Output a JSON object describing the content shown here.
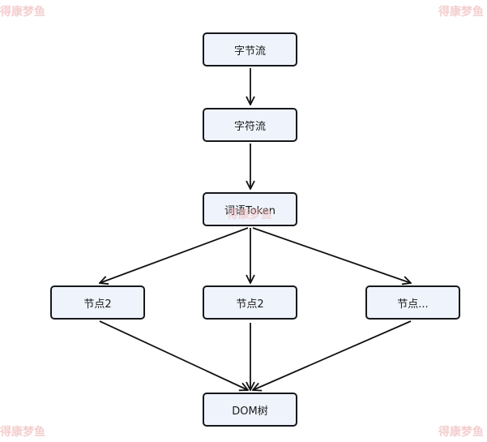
{
  "nodes": {
    "byte_stream": "字节流",
    "char_stream": "字符流",
    "token": "词语Token",
    "node_left": "节点2",
    "node_middle": "节点2",
    "node_right": "节点...",
    "dom_tree": "DOM树"
  },
  "watermark": "得康梦鱼",
  "colors": {
    "node_fill": "#eff3fb",
    "node_border": "#16181c",
    "edge": "#111111",
    "watermark": "#f3c6c6"
  }
}
